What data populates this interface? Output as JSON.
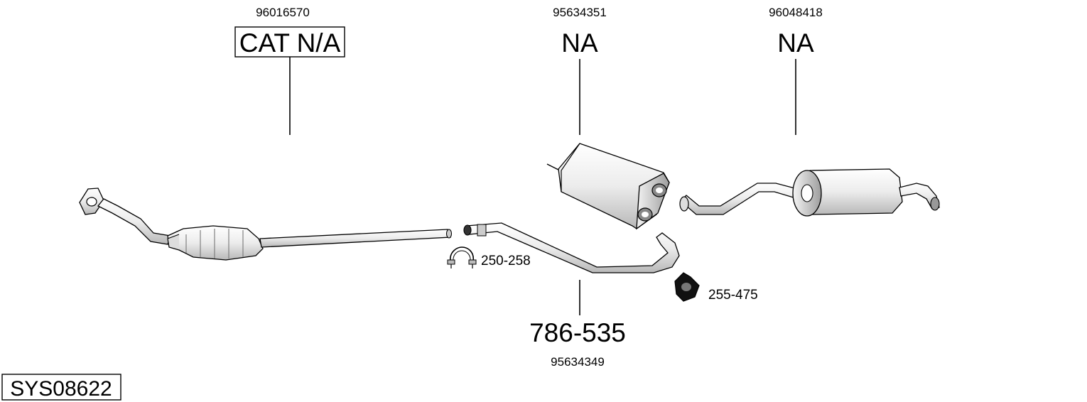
{
  "system_code": "SYS08622",
  "parts": [
    {
      "part_number": "96016570",
      "label": "CAT N/A",
      "label_boxed": true
    },
    {
      "part_number": "95634351",
      "label": "NA",
      "label_boxed": false
    },
    {
      "part_number": "96048418",
      "label": "NA",
      "label_boxed": false
    },
    {
      "part_number": "95634349",
      "label": "786-535",
      "label_boxed": false
    }
  ],
  "accessories": [
    {
      "ref": "250-258",
      "icon": "clamp-icon"
    },
    {
      "ref": "255-475",
      "icon": "gasket-icon"
    }
  ],
  "colors": {
    "ink": "#000000",
    "part_fill": "#f0f0f0",
    "part_shade": "#9a9a9a",
    "background": "#ffffff"
  }
}
